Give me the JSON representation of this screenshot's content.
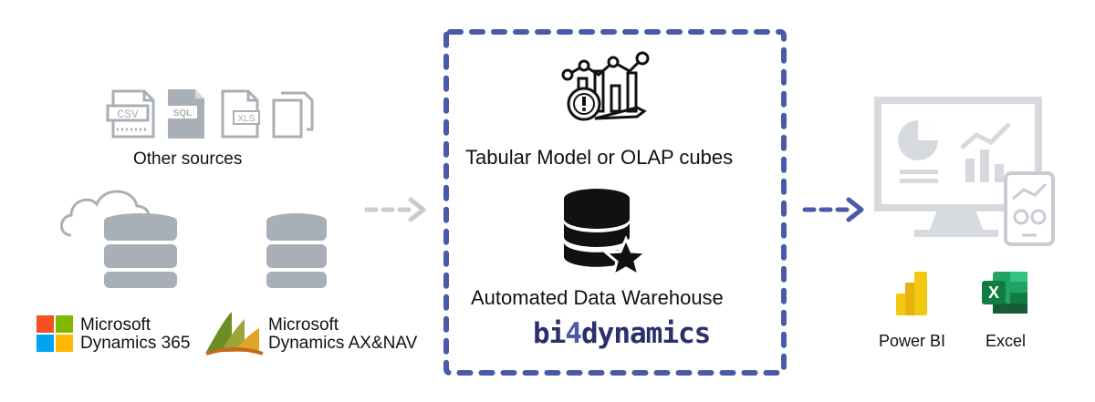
{
  "sources": {
    "files": [
      "CSV",
      "SQL",
      "XLS"
    ],
    "other_sources_label": "Other sources",
    "d365": {
      "line1": "Microsoft",
      "line2": "Dynamics 365"
    },
    "axnav": {
      "line1": "Microsoft",
      "line2": "Dynamics AX&NAV"
    }
  },
  "center": {
    "tabular_label": "Tabular Model or OLAP cubes",
    "dw_label": "Automated Data Warehouse",
    "logo": {
      "left": "bi",
      "mid": "4",
      "right": "dynamics"
    }
  },
  "outputs": {
    "powerbi_label": "Power BI",
    "excel_label": "Excel",
    "excel_icon_letter": "X"
  },
  "colors": {
    "dashed_border": "#4a59a8",
    "grey_icon": "#a9afb6",
    "light_arrow": "#c7ccd2",
    "brand_navy": "#2b2f6b",
    "powerbi_yellow": "#f2c811",
    "excel_green": "#1d7044"
  }
}
